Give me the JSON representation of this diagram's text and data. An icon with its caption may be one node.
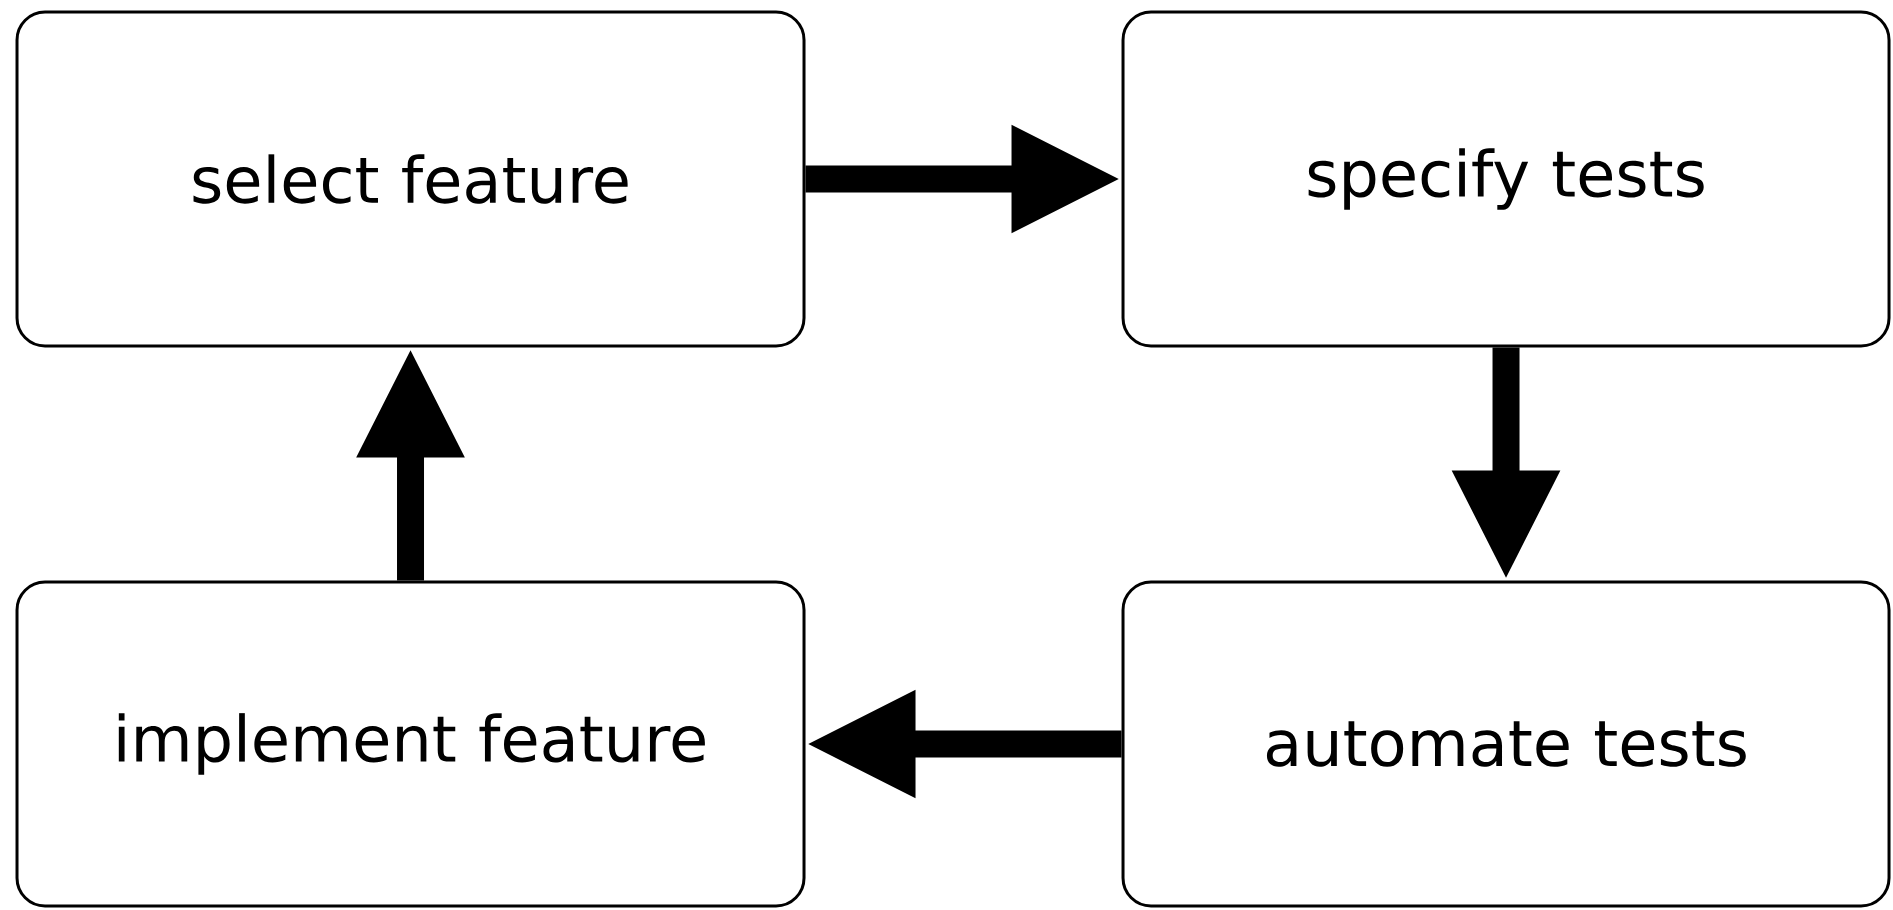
{
  "diagram": {
    "nodes": [
      {
        "text": [
          "select feature"
        ]
      },
      {
        "text": [
          "specify tests"
        ]
      },
      {
        "text": [
          "automate tests"
        ]
      },
      {
        "text": [
          "implement feature"
        ]
      }
    ],
    "edges": [
      {
        "from": 0,
        "to": 1,
        "arrow": "to"
      },
      {
        "from": 1,
        "to": 2,
        "arrow": "to"
      },
      {
        "from": 2,
        "to": 3,
        "arrow": "to"
      },
      {
        "from": 3,
        "to": 0,
        "arrow": "to"
      }
    ]
  }
}
